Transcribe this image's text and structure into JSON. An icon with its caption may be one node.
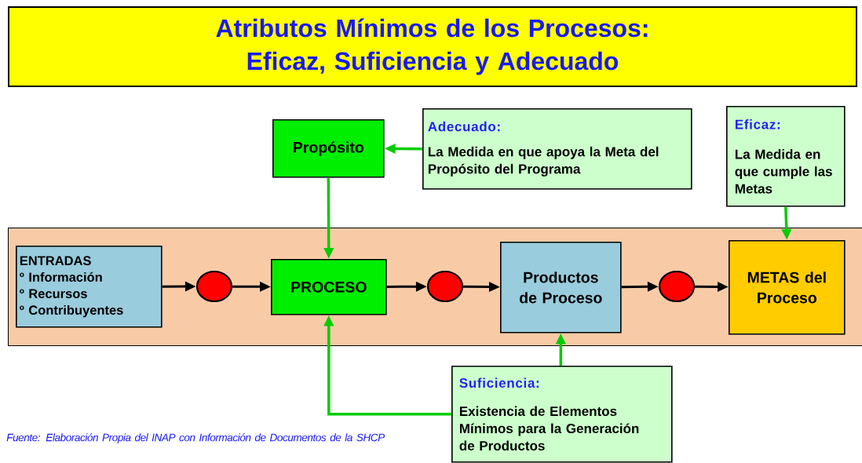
{
  "diagram": {
    "title": "Atributos Mínimos de los Procesos: Eficaz, Suficiencia y Adecuado",
    "nodes": [
      {
        "text": [
          "Propósito"
        ]
      },
      {
        "text": [
          "Adecuado:",
          "La Medida en que apoya la Meta del Propósito del Programa"
        ]
      },
      {
        "text": [
          "Eficaz:",
          "La Medida en que cumple las Metas"
        ]
      },
      {
        "text": [],
        "shape": "box"
      },
      {
        "text": [
          "ENTRADAS",
          "º Información",
          "º Recursos",
          "º Contribuyentes"
        ],
        "in": 3
      },
      {
        "text": [],
        "shape": "circle",
        "in": 3
      },
      {
        "text": [
          "PROCESO"
        ],
        "in": 3
      },
      {
        "text": [],
        "shape": "circle",
        "in": 3
      },
      {
        "text": [
          "Productos de Proceso"
        ],
        "in": 3
      },
      {
        "text": [],
        "shape": "circle",
        "in": 3
      },
      {
        "text": [
          "METAS del Proceso"
        ],
        "in": 3
      },
      {
        "text": [
          "Suficiencia:",
          "Existencia de Elementos Mínimos para la Generación de Productos"
        ]
      }
    ],
    "edges": [
      {
        "from": 1,
        "to": 0,
        "arrow": "to",
        "color": "#00cc00"
      },
      {
        "from": 0,
        "to": 6,
        "arrow": "to",
        "color": "#00cc00"
      },
      {
        "from": 2,
        "to": 10,
        "arrow": "to",
        "color": "#00cc00"
      },
      {
        "from": 4,
        "to": 5,
        "arrow": "to"
      },
      {
        "from": 5,
        "to": 6,
        "arrow": "to"
      },
      {
        "from": 6,
        "to": 7,
        "arrow": "to"
      },
      {
        "from": 7,
        "to": 8,
        "arrow": "to"
      },
      {
        "from": 8,
        "to": 9,
        "arrow": "to"
      },
      {
        "from": 9,
        "to": 10,
        "arrow": "to"
      },
      {
        "from": 11,
        "to": 6,
        "arrow": "to",
        "color": "#00cc00"
      },
      {
        "from": 11,
        "to": 8,
        "arrow": "to",
        "color": "#00cc00"
      }
    ],
    "labels": [
      "Fuente: Elaboración Propia del INAP con Información de Documentos de la SHCP"
    ]
  }
}
